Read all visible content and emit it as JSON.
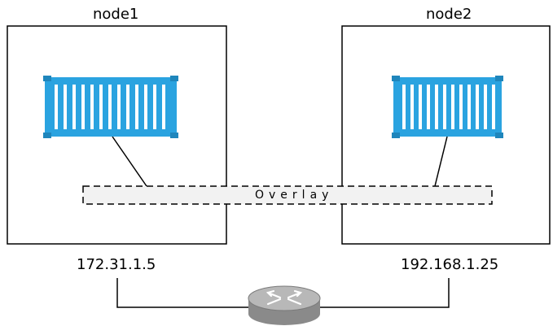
{
  "nodes": [
    {
      "name": "node1",
      "ip": "172.31.1.5"
    },
    {
      "name": "node2",
      "ip": "192.168.1.25"
    }
  ],
  "overlay": {
    "label": "Overlay"
  },
  "icons": {
    "container": "shipping-container-icon",
    "router": "router-icon"
  },
  "colors": {
    "container": "#2aa3e0",
    "container_ribs": "#ffffff",
    "overlay_fill": "#f2f2f2",
    "router": "#9a9a9a"
  }
}
